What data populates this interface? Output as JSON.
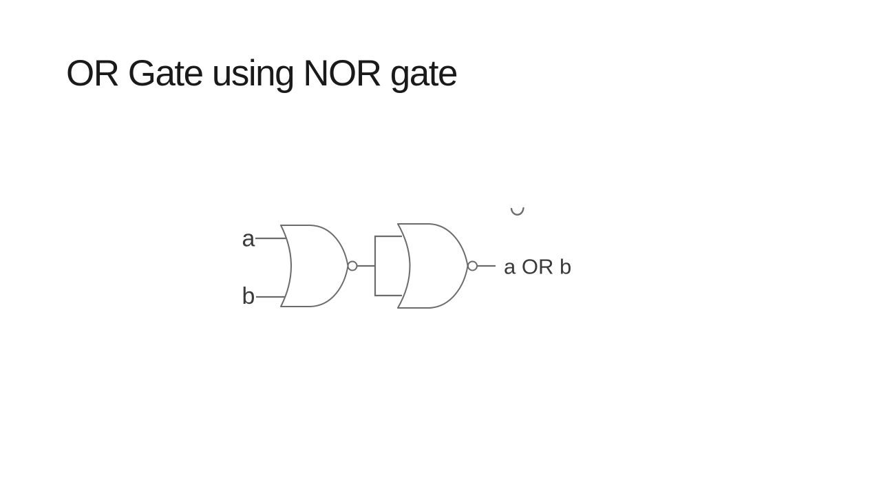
{
  "slide": {
    "title": "OR Gate using NOR gate",
    "title_color": "#1a1a1a",
    "background_color": "#ffffff"
  },
  "diagram": {
    "type": "logic-circuit",
    "line_color": "#6b6b6b",
    "label_color": "#3a3a3a",
    "input_a_label": "a",
    "input_b_label": "b",
    "output_label": "a OR b",
    "gates": [
      {
        "type": "NOR",
        "name": "first-nor-gate"
      },
      {
        "type": "NOR",
        "name": "second-nor-gate"
      }
    ]
  }
}
